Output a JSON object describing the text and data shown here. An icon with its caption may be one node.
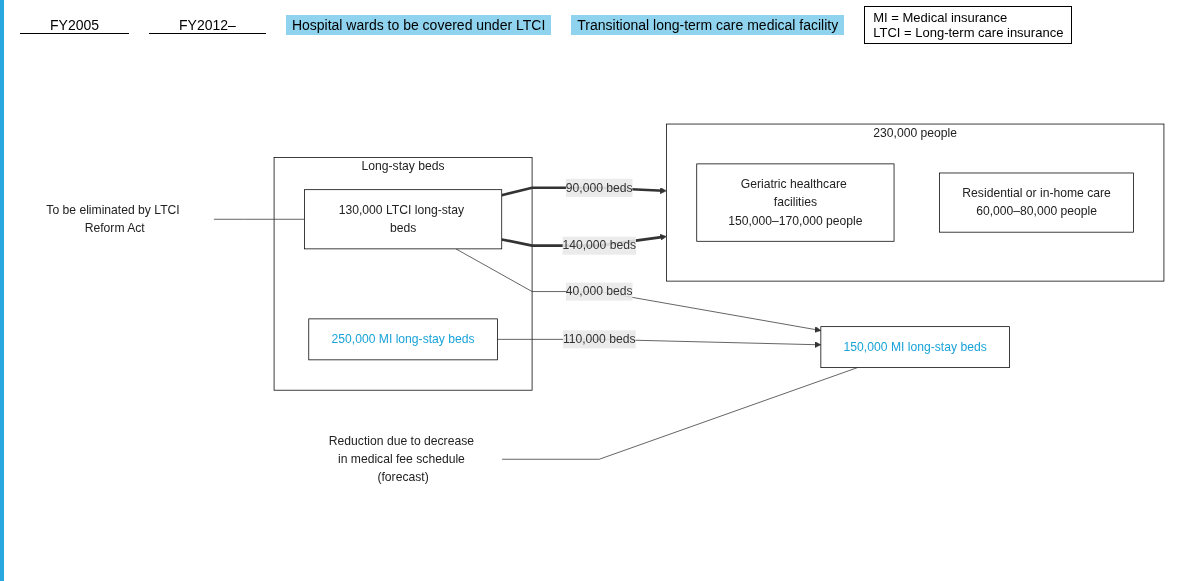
{
  "diagram": {
    "nodes": [
      {
        "text": [
          "Long-stay beds"
        ]
      },
      {
        "text": [
          "250,000 MI long-stay beds"
        ],
        "in": 0
      },
      {
        "text": [
          "130,000 LTCI long-stay beds"
        ],
        "in": 0
      },
      {
        "text": [
          "150,000 MI long-stay beds"
        ]
      },
      {
        "text": [
          "230,000 people"
        ]
      },
      {
        "text": [
          "Geriatric healthcare facilities",
          "150,000–170,000 people"
        ],
        "in": 4
      },
      {
        "text": [
          "Residential or in-home care",
          "60,000–80,000 people"
        ],
        "in": 4
      },
      {
        "text": [
          "Reduction due to decrease in medical fee schedule (forecast)"
        ]
      },
      {
        "text": [
          "To be eliminated by LTCI Reform Act"
        ]
      }
    ],
    "edges": [
      {
        "from": 1,
        "to": 3,
        "arrow": "to",
        "label": "110,000 beds"
      },
      {
        "from": 2,
        "to": 3,
        "arrow": "to",
        "label": "40,000 beds"
      },
      {
        "from": 2,
        "to": 4,
        "arrow": "to",
        "label": "140,000 beds",
        "style": "thick"
      },
      {
        "from": 2,
        "to": 4,
        "arrow": "to",
        "label": "90,000 beds",
        "style": "thick"
      },
      {
        "from": 7,
        "to": 3,
        "arrow": "none"
      },
      {
        "from": 8,
        "to": 2,
        "arrow": "none"
      }
    ],
    "labels": [
      "FY2005",
      "FY2012–",
      "Hospital wards to be covered under LTCI",
      "Transitional long-term care medical facility",
      "MI = Medical insurance",
      "LTCI = Long-term care insurance"
    ]
  }
}
